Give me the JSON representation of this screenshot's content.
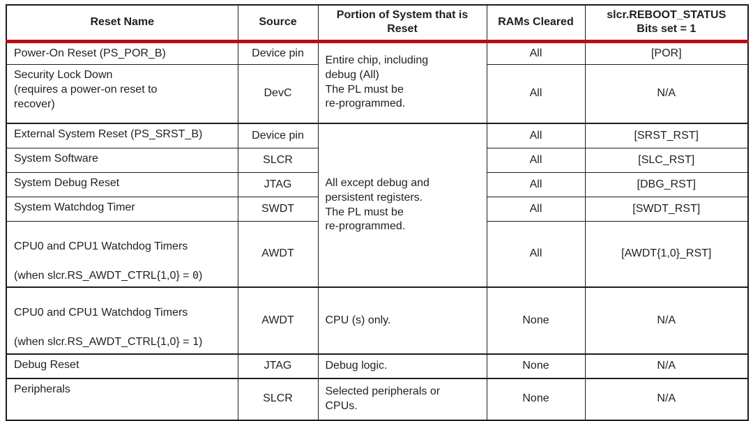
{
  "colors": {
    "header_rule_red": "#b90c15",
    "table_border": "#1c1c1c",
    "text": "#1f1f1f",
    "background": "#ffffff"
  },
  "table": {
    "headers": {
      "reset_name": "Reset Name",
      "source": "Source",
      "portion": "Portion of System that is\nReset",
      "rams": "RAMs Cleared",
      "status": "slcr.REBOOT_STATUS\nBits set = 1"
    },
    "merged_portions": {
      "group1": "Entire chip, including\ndebug (All)\nThe PL must be\nre-programmed.",
      "group2": "All except debug and\npersistent registers.\nThe PL must be\nre-programmed."
    },
    "rows": [
      {
        "reset_name": "Power-On Reset (PS_POR_B)",
        "source": "Device pin",
        "rams": "All",
        "status": "[POR]"
      },
      {
        "reset_name": "Security Lock Down\n(requires a power-on reset to\nrecover)",
        "source": "DevC",
        "rams": "All",
        "status": "N/A"
      },
      {
        "reset_name": "External System Reset (PS_SRST_B)",
        "source": "Device pin",
        "rams": "All",
        "status": "[SRST_RST]"
      },
      {
        "reset_name": "System Software",
        "source": "SLCR",
        "rams": "All",
        "status": "[SLC_RST]"
      },
      {
        "reset_name": "System Debug Reset",
        "source": "JTAG",
        "rams": "All",
        "status": "[DBG_RST]"
      },
      {
        "reset_name": "System Watchdog Timer",
        "source": "SWDT",
        "rams": "All",
        "status": "[SWDT_RST]"
      },
      {
        "name_line1": "CPU0 and CPU1 Watchdog Timers",
        "when_prefix": "(when slcr.RS_AWDT_CTRL{1,0} = ",
        "when_value": "0",
        "when_suffix": ")",
        "source": "AWDT",
        "rams": "All",
        "status": "[AWDT{1,0}_RST]"
      },
      {
        "name_line1": "CPU0 and CPU1 Watchdog Timers",
        "when_prefix": "(when slcr.RS_AWDT_CTRL{1,0} = ",
        "when_value": "1",
        "when_suffix": ")",
        "source": "AWDT",
        "portion": "CPU (s) only.",
        "rams": "None",
        "status": "N/A"
      },
      {
        "reset_name": "Debug Reset",
        "source": "JTAG",
        "portion": "Debug logic.",
        "rams": "None",
        "status": "N/A"
      },
      {
        "reset_name": "Peripherals",
        "source": "SLCR",
        "portion": "Selected peripherals or\nCPUs.",
        "rams": "None",
        "status": "N/A"
      }
    ]
  }
}
